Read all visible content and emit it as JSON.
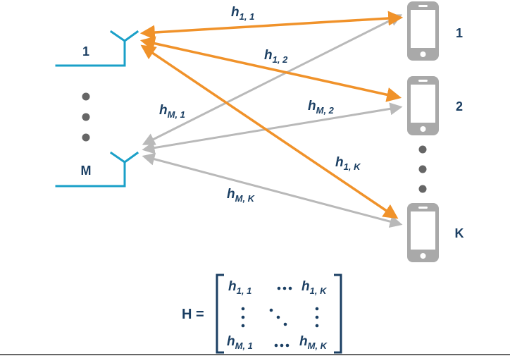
{
  "antennas": {
    "first_label": "1",
    "last_label": "M"
  },
  "users": {
    "labels": [
      "1",
      "2",
      "K"
    ]
  },
  "channels": {
    "h11": {
      "main": "h",
      "sub": "1, 1"
    },
    "h12": {
      "main": "h",
      "sub": "1, 2"
    },
    "h1K": {
      "main": "h",
      "sub": "1, K"
    },
    "hM1": {
      "main": "h",
      "sub": "M, 1"
    },
    "hM2": {
      "main": "h",
      "sub": "M, 2"
    },
    "hMK": {
      "main": "h",
      "sub": "M, K"
    }
  },
  "matrix": {
    "lhs": "H =",
    "top_left": {
      "main": "h",
      "sub": "1, 1"
    },
    "top_right": {
      "main": "h",
      "sub": "1, K"
    },
    "bottom_left": {
      "main": "h",
      "sub": "M, 1"
    },
    "bottom_right": {
      "main": "h",
      "sub": "M, K"
    }
  },
  "colors": {
    "antenna": "#1aa0c8",
    "orange_link": "#f0922a",
    "gray_link": "#b9b9b9",
    "text": "#1b3f63",
    "phone": "#a9a9a9",
    "dots": "#666666"
  }
}
